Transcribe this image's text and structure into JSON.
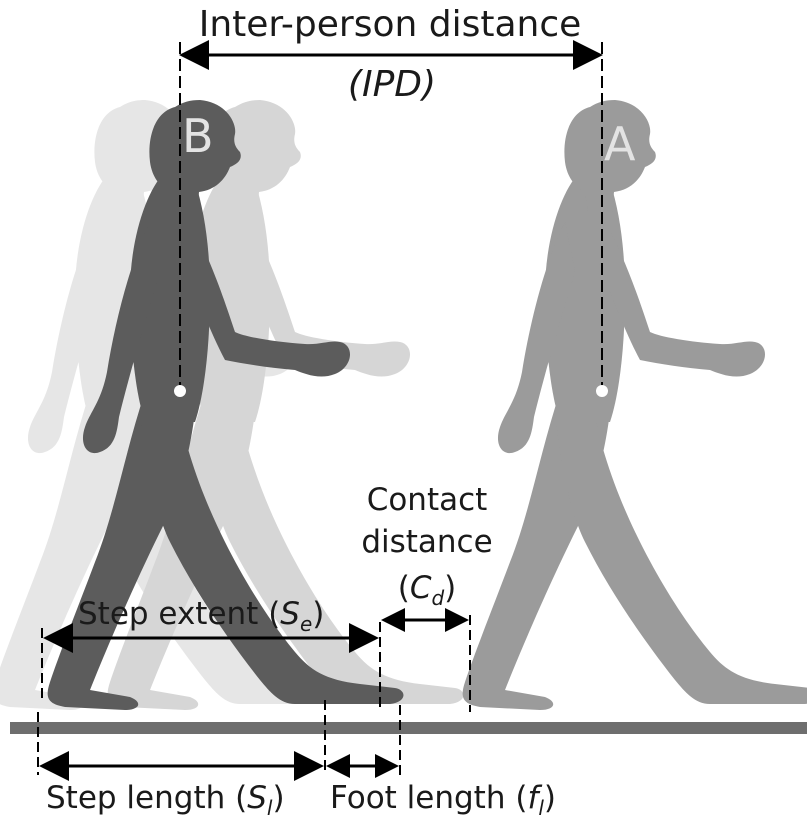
{
  "title": "Inter-person distance",
  "title_abbrev": "IPD",
  "walker_b_label": "B",
  "walker_a_label": "A",
  "contact": {
    "line1": "Contact",
    "line2": "distance",
    "symbol": "C",
    "subscript": "d"
  },
  "step_extent": {
    "text": "Step extent (",
    "symbol": "S",
    "subscript": "e",
    "close": ")"
  },
  "step_length": {
    "text": "Step length (",
    "symbol": "S",
    "subscript": "l",
    "close": ")"
  },
  "foot_length": {
    "text": "Foot length (",
    "symbol": "f",
    "subscript": "l",
    "close": ")"
  },
  "colors": {
    "walker_b": "#5c5c5c",
    "walker_a": "#9b9b9b",
    "ghost_far": "#e6e6e6",
    "ghost_near": "#d4d4d4",
    "ground": "#6e6e6e",
    "line": "#000000"
  }
}
